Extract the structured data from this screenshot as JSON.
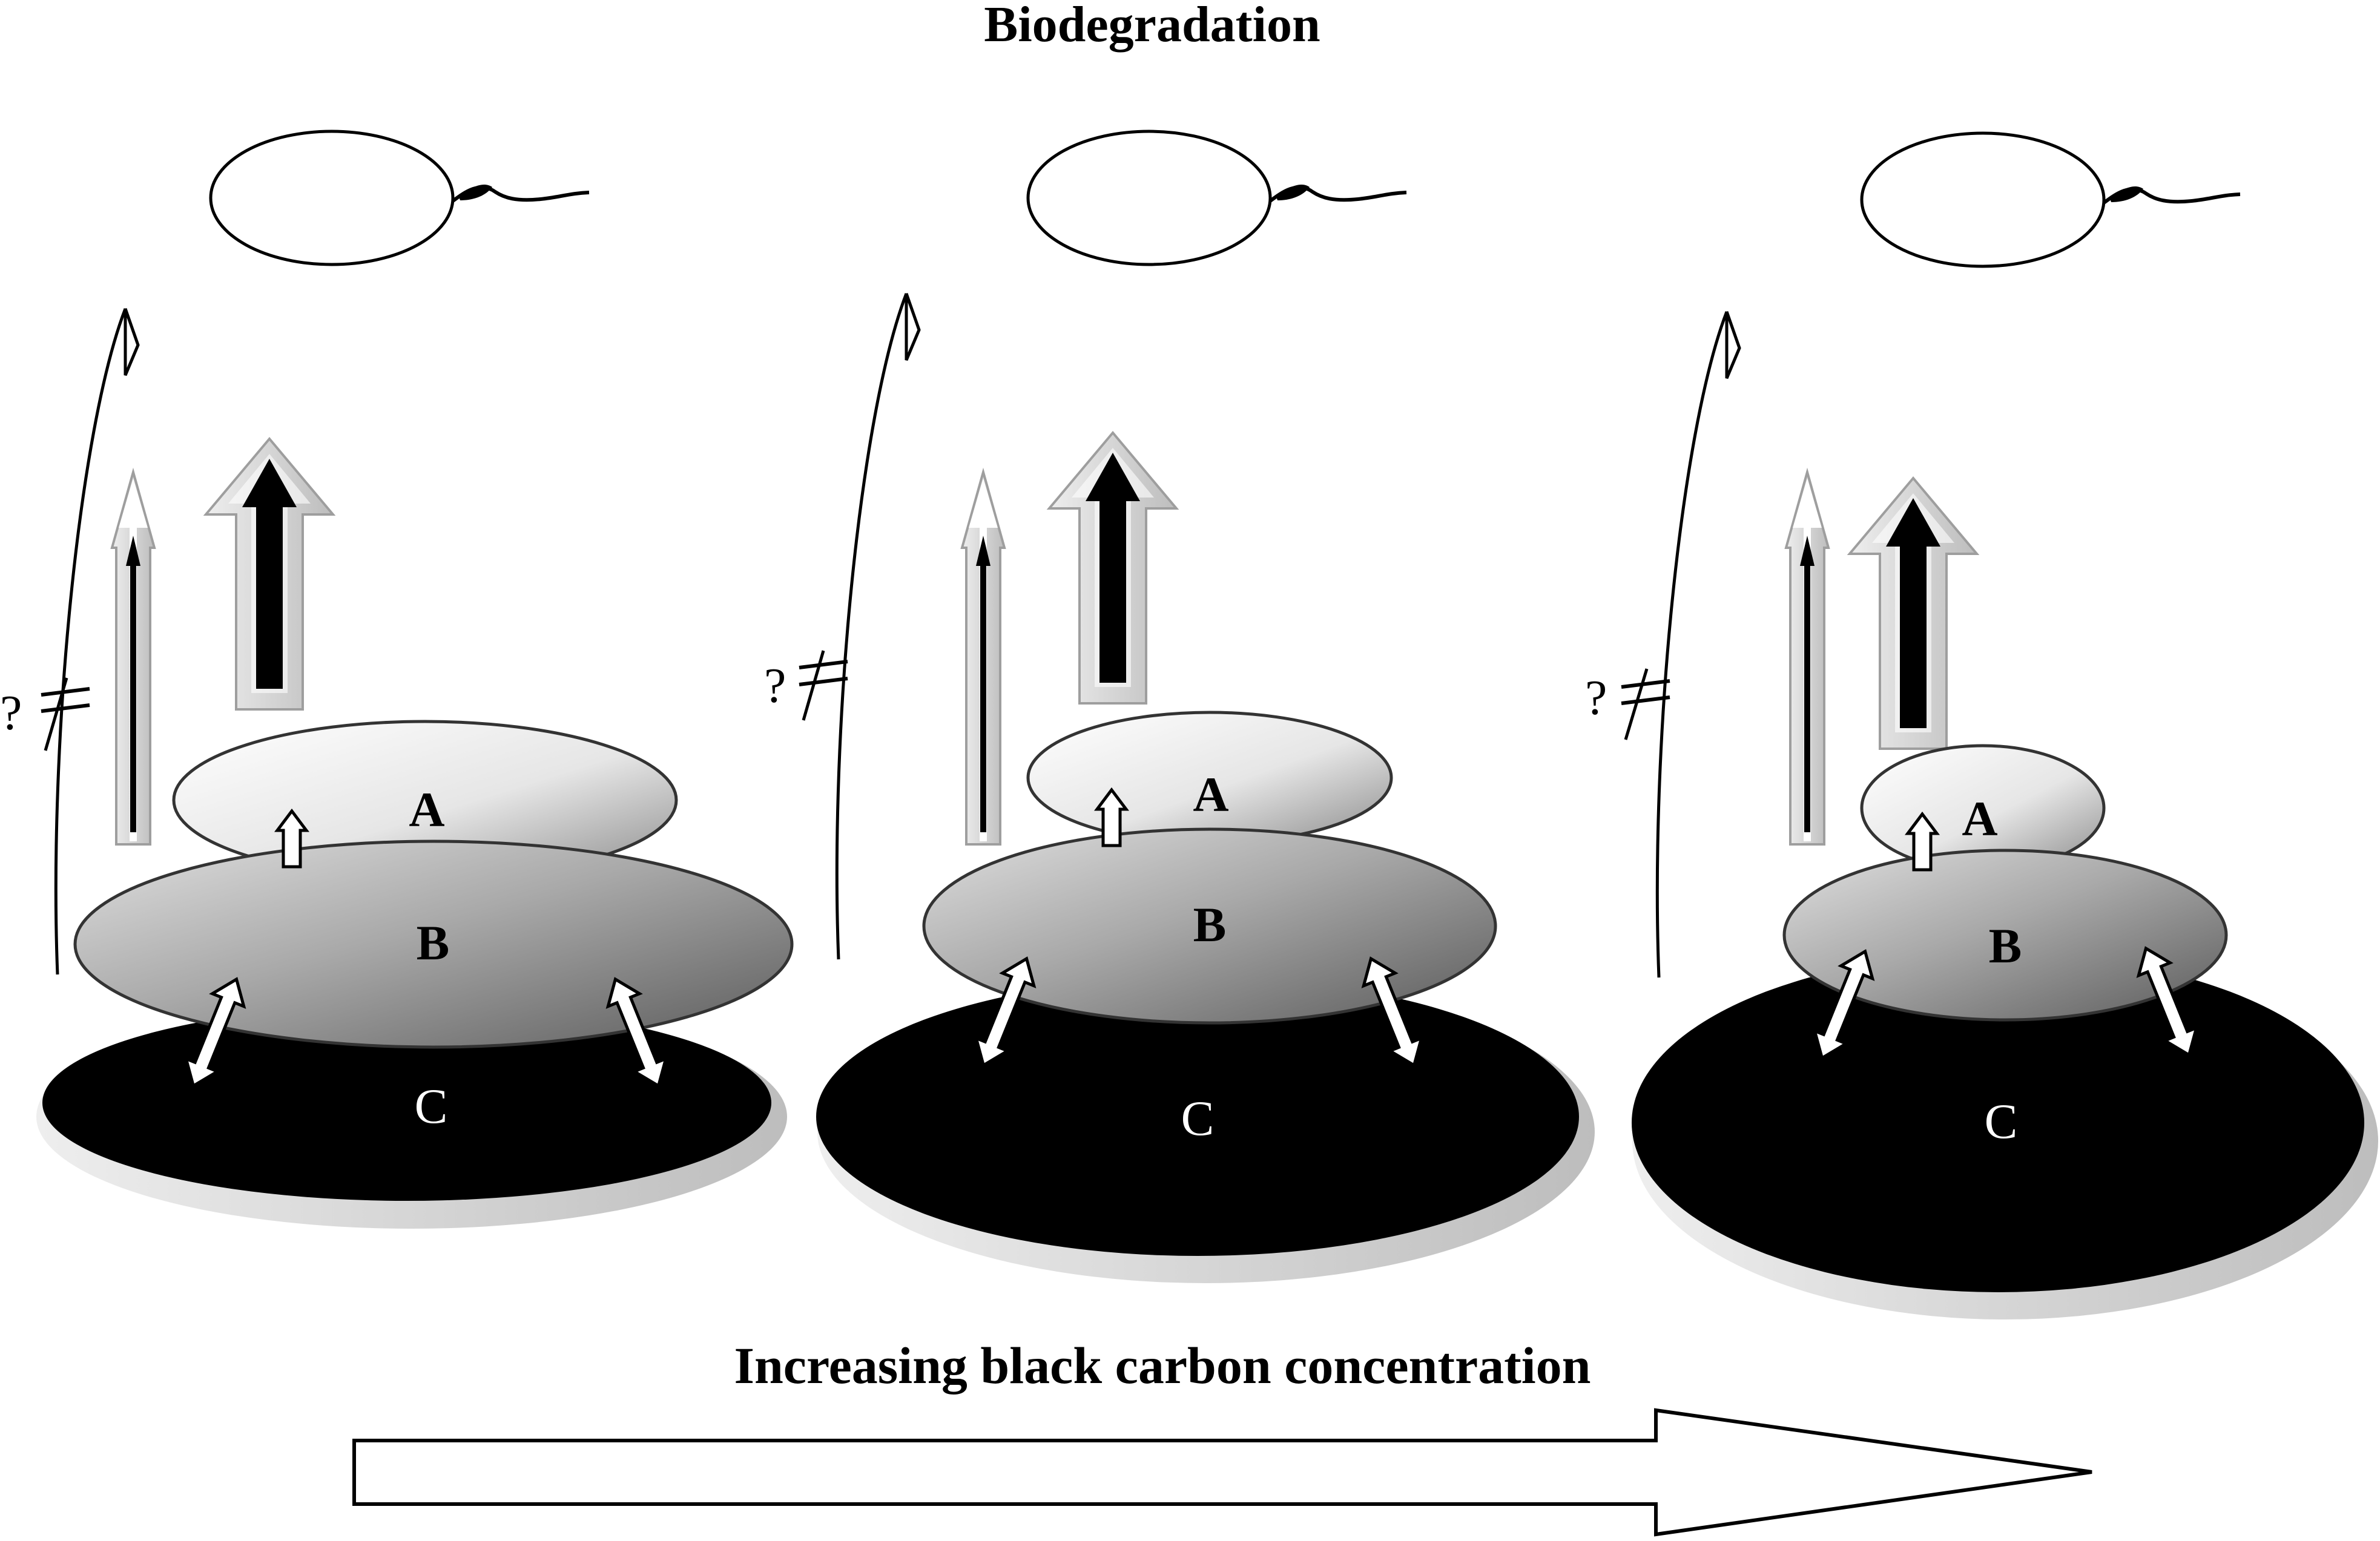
{
  "title": "Biodegradation",
  "axis_label": "Increasing black carbon concentration",
  "pool_labels": {
    "a": "A",
    "b": "B",
    "c": "C"
  },
  "uncertain_mark": "?",
  "panels": [
    {
      "id": "low"
    },
    {
      "id": "medium"
    },
    {
      "id": "high"
    }
  ],
  "colors": {
    "black_carbon": "#000000",
    "outline": "#000000",
    "halo": "#d4d4d4",
    "background": "#ffffff"
  }
}
